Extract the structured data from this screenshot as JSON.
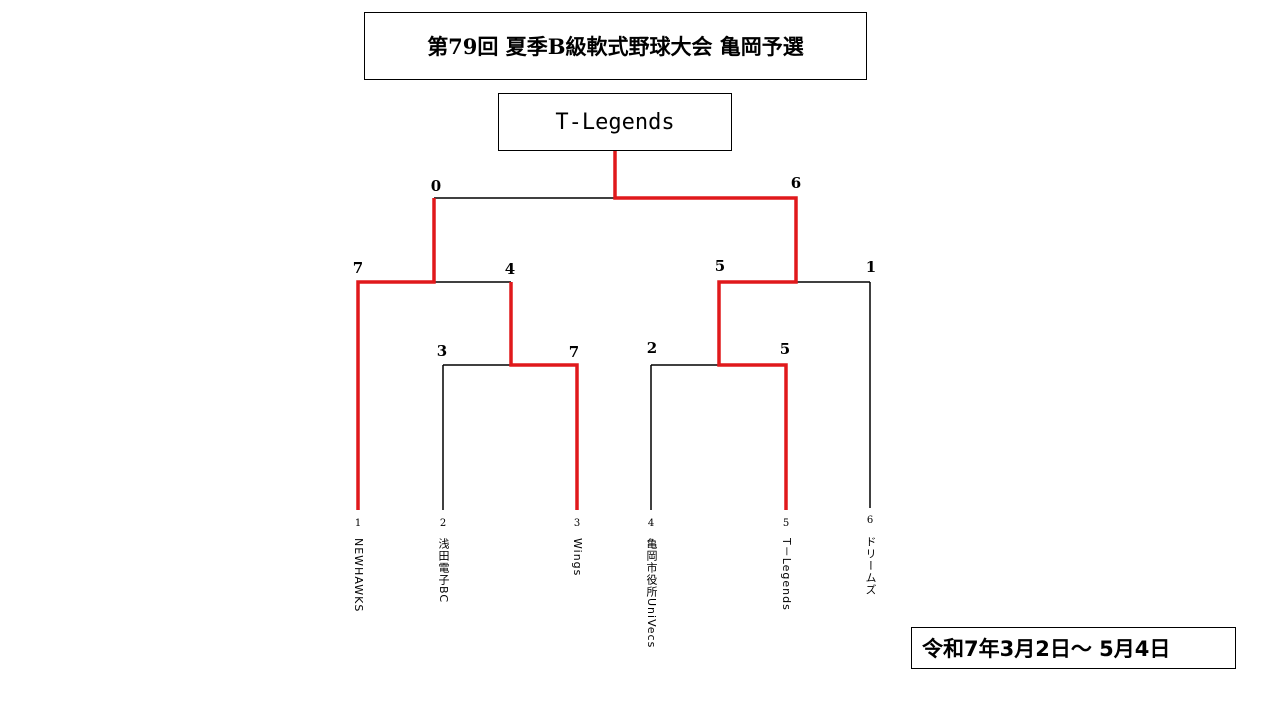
{
  "title": "第79回 夏季B級軟式野球大会 亀岡予選",
  "champion": "T-Legends",
  "date_range": "令和7年3月2日～ 5月4日",
  "colors": {
    "winner_path": "#e0191b",
    "bracket_line": "#000000"
  },
  "teams": [
    {
      "seed": "1",
      "name": "NEWHAWKS"
    },
    {
      "seed": "2",
      "name": "浅田電子BC"
    },
    {
      "seed": "3",
      "name": "Wings"
    },
    {
      "seed": "4",
      "name": "亀岡市役所UniVecs"
    },
    {
      "seed": "5",
      "name": "T－Legends"
    },
    {
      "seed": "6",
      "name": "ドリームズ"
    }
  ],
  "scores": {
    "r1_left_2": "3",
    "r1_left_3": "7",
    "r1_right_4": "2",
    "r1_right_5": "5",
    "semi_left_1": "7",
    "semi_left_23": "4",
    "semi_right_45": "5",
    "semi_right_6": "1",
    "final_left": "0",
    "final_right": "6"
  }
}
